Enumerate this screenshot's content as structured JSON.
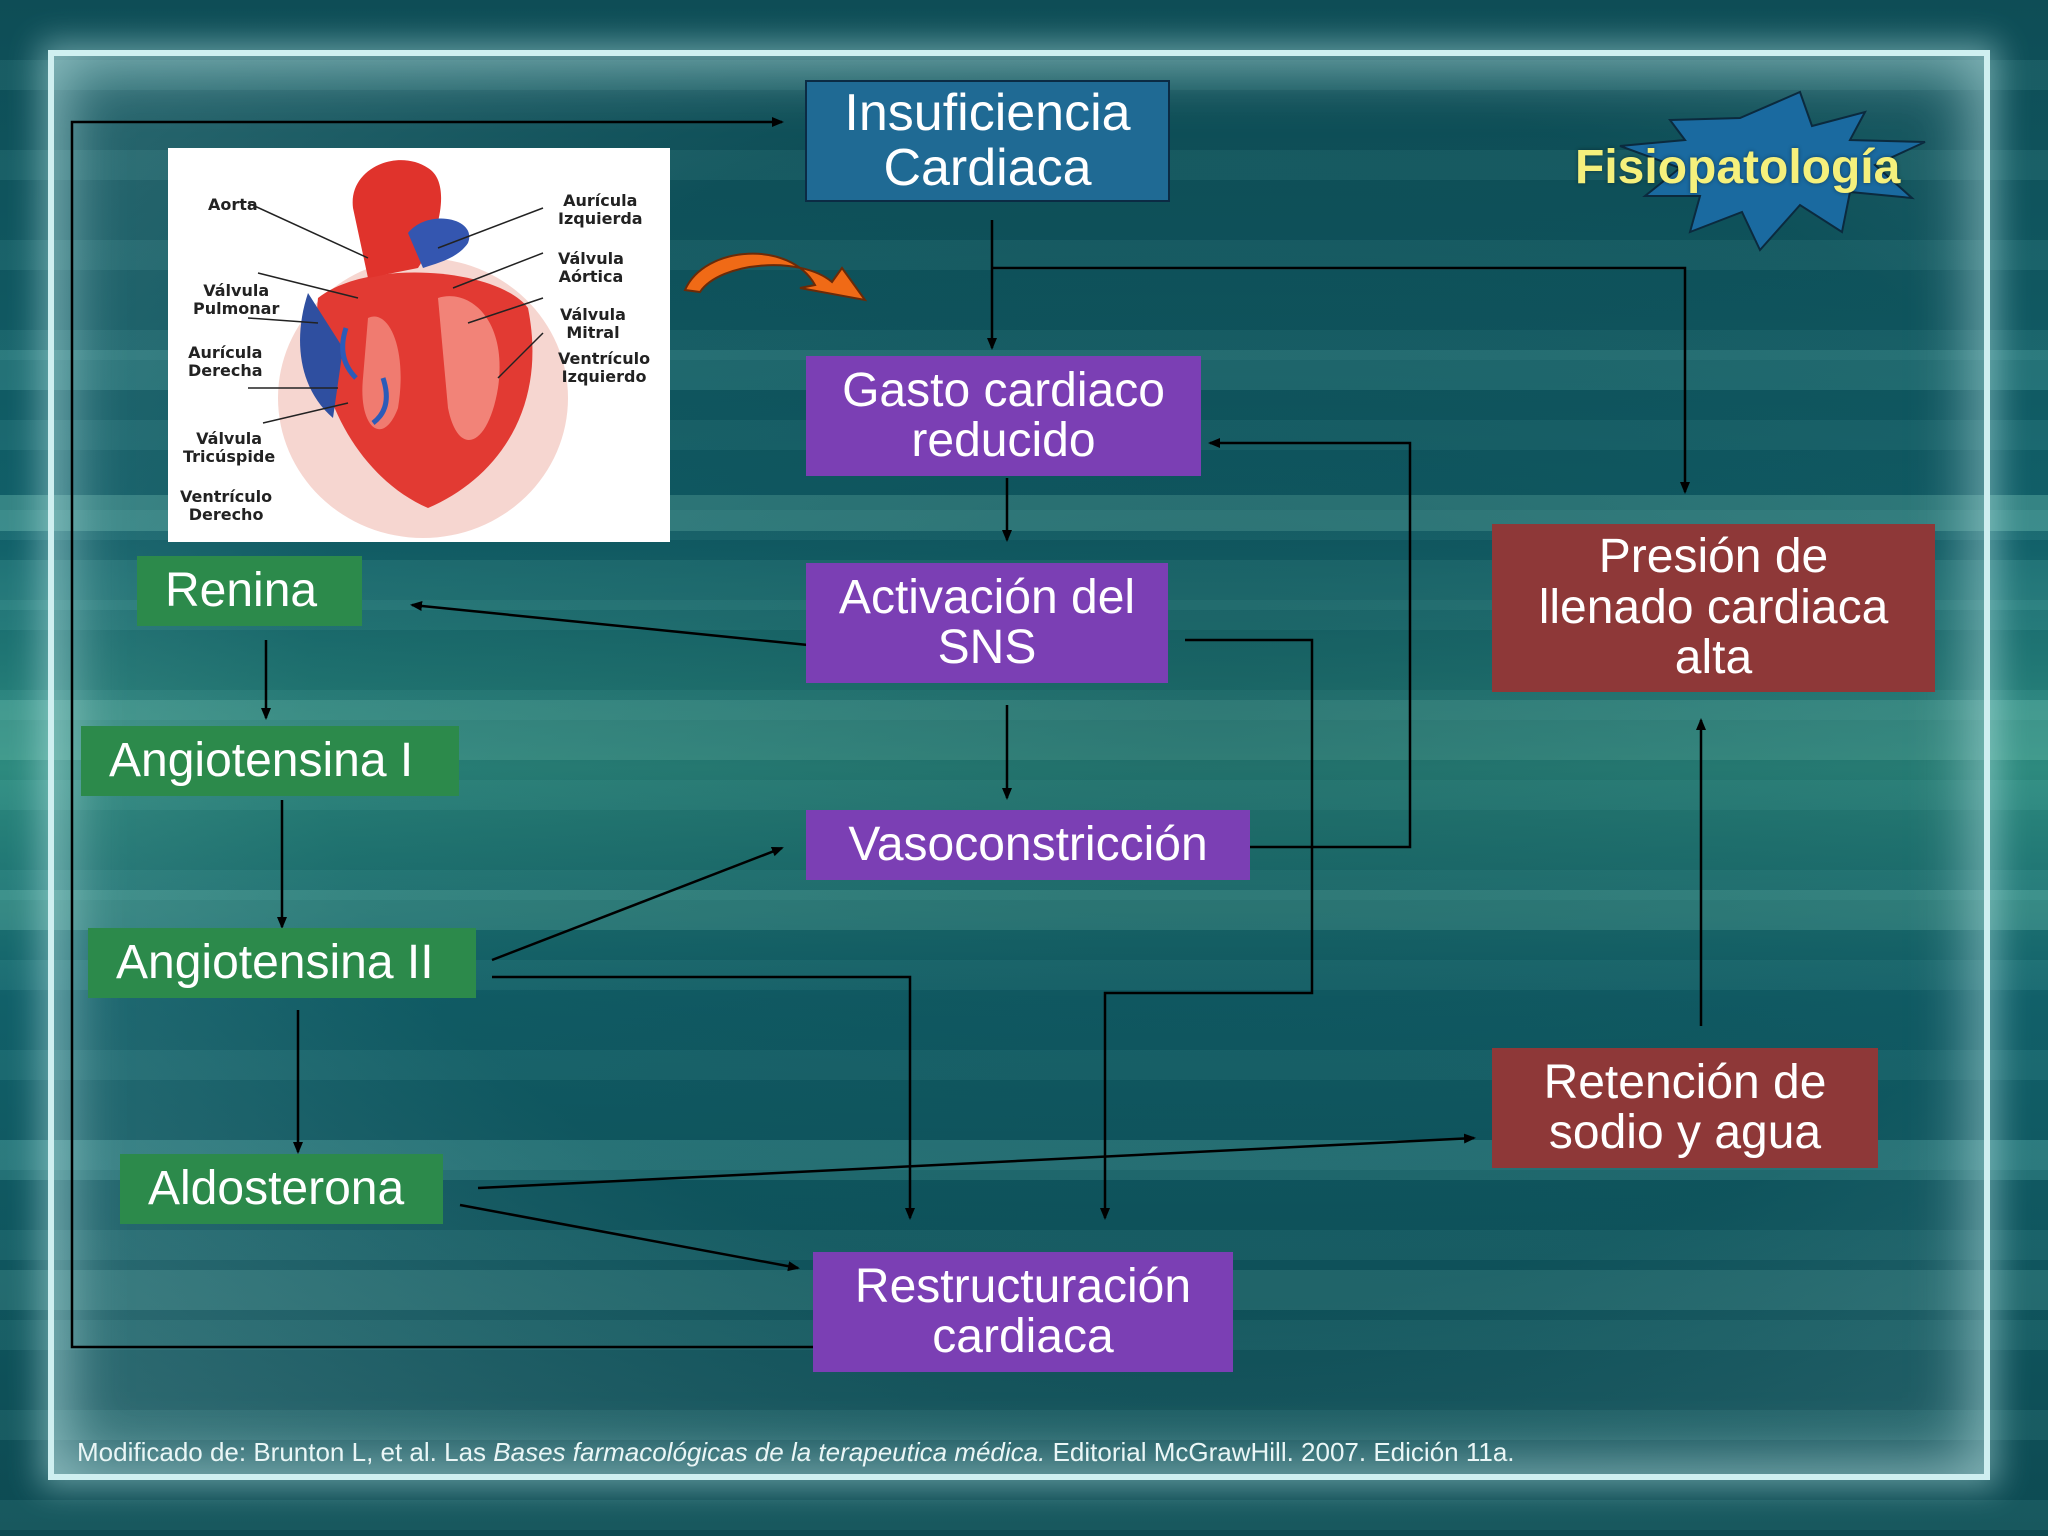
{
  "slide": {
    "title": "Fisiopatología",
    "citation": {
      "prefix": "Modificado de: Brunton L, et al. Las ",
      "book": "Bases farmacológicas de la terapeutica médica.",
      "suffix": " Editorial  McGrawHill. 2007. Edición 11a."
    }
  },
  "nodes": {
    "insuficiencia": "Insuficiencia\nCardiaca",
    "gasto": "Gasto cardiaco\nreducido",
    "activacion": "Activación del\nSNS",
    "vasoconstriccion": "Vasoconstricción",
    "presion": "Presión de\nllenado cardiaca\nalta",
    "retencion": "Retención de\nsodio y agua",
    "renina": "Renina",
    "angio1": "Angiotensina I",
    "angio2": "Angiotensina II",
    "aldosterona": "Aldosterona",
    "restructuracion": "Restructuración\ncardiaca"
  },
  "heart_labels": {
    "aorta": "Aorta",
    "auricula_izquierda": "Aurícula\nIzquierda",
    "valvula_aortica": "Válvula\nAórtica",
    "valvula_pulmonar": "Válvula\nPulmonar",
    "valvula_mitral": "Válvula\nMitral",
    "auricula_derecha": "Aurícula\nDerecha",
    "ventriculo_izquierdo": "Ventrículo\nIzquierdo",
    "valvula_tricuspide": "Válvula\nTricúspide",
    "ventriculo_derecho": "Ventrículo\nDerecho"
  },
  "colors": {
    "blue_box": "#1f6a94",
    "purple_box": "#7b3fb4",
    "green_box": "#2c8a4b",
    "red_box": "#8e3838",
    "title": "#f5f07c",
    "starburst": "#1a6aa0",
    "curved_arrow": "#f06a16"
  }
}
